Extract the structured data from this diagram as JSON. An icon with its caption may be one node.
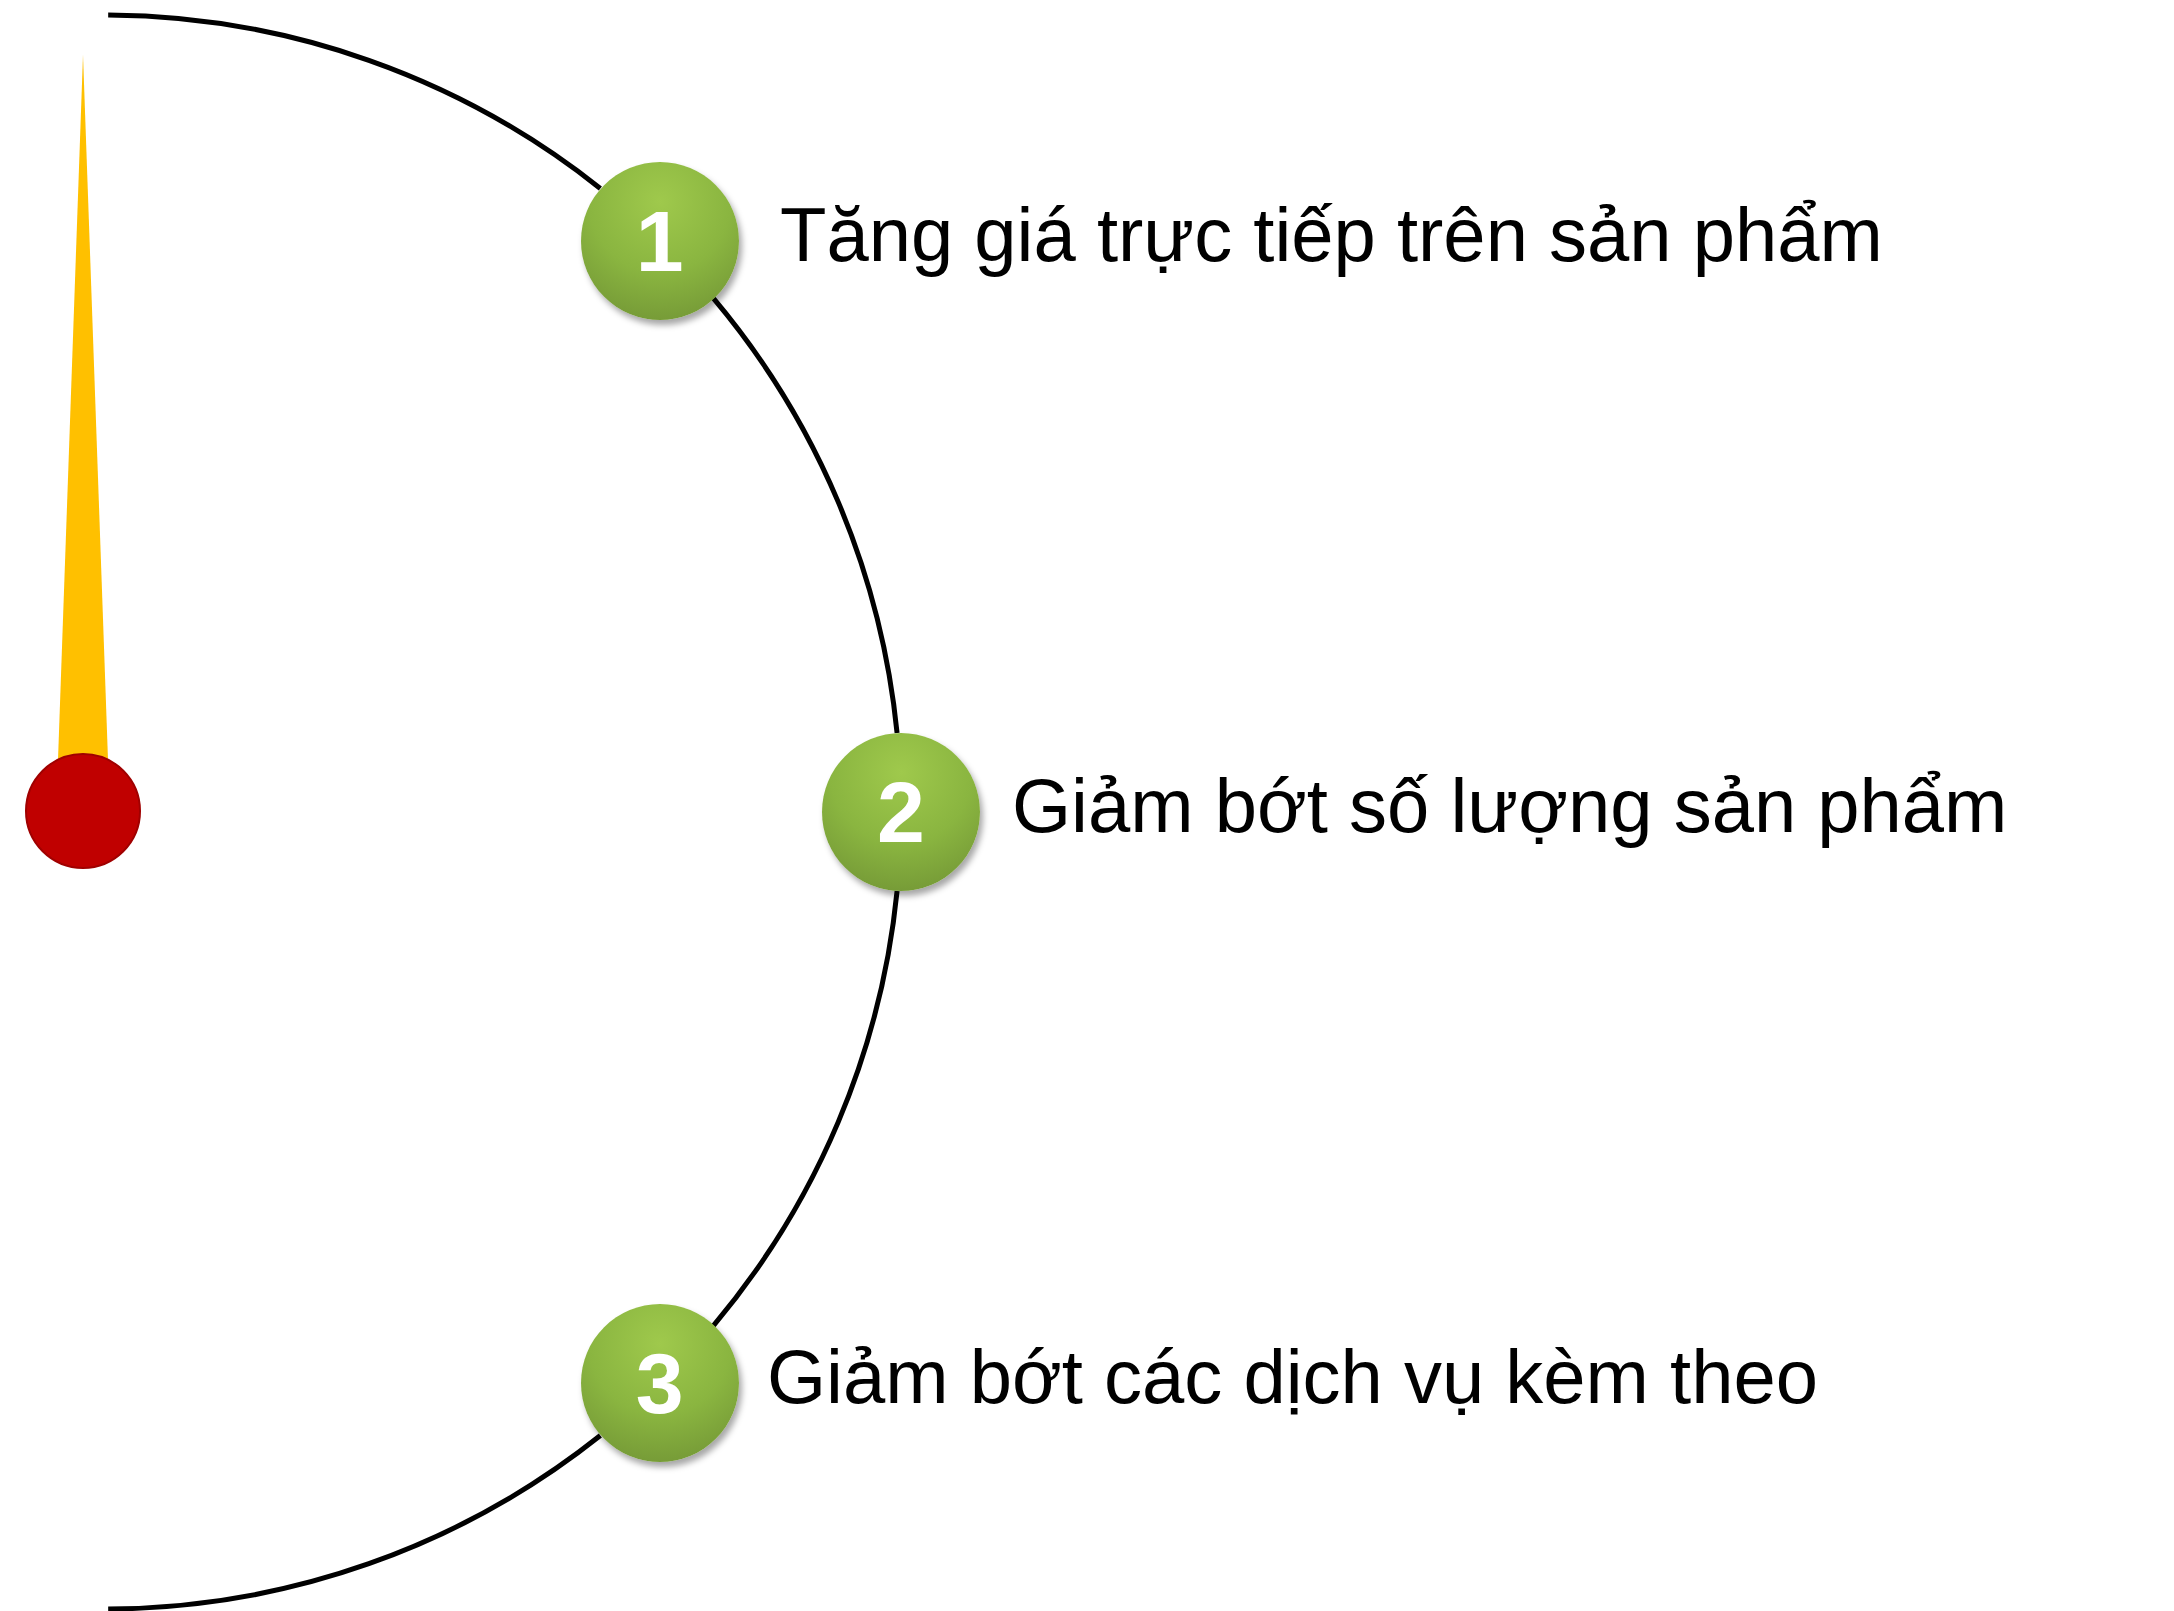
{
  "diagram": {
    "nodes": [
      {
        "text": [
          "1"
        ],
        "beside": [
          "Tăng giá trực tiếp trên sản phẩm"
        ]
      },
      {
        "text": [
          "2"
        ],
        "beside": [
          "Giảm bớt số lượng sản phẩm"
        ]
      },
      {
        "text": [
          "3"
        ],
        "beside": [
          "Giảm bớt các dịch vụ kèm theo"
        ]
      }
    ],
    "edges": [
      {
        "from": null,
        "to": 0,
        "arrow": "none"
      },
      {
        "from": 0,
        "to": 1,
        "arrow": "none"
      },
      {
        "from": 1,
        "to": 2,
        "arrow": "none"
      },
      {
        "from": 2,
        "to": null,
        "arrow": "none"
      }
    ]
  }
}
